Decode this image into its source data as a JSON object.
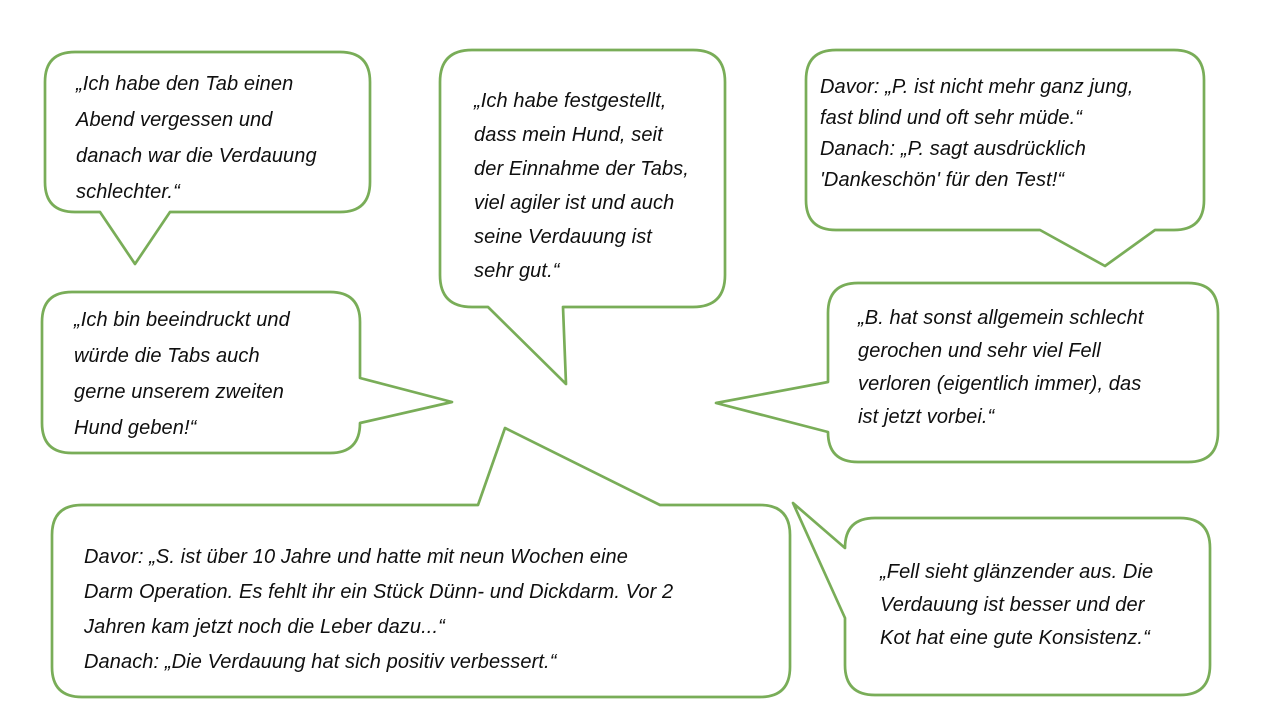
{
  "slide": {
    "background_color": "#ffffff",
    "bubble_border_color": "#79ad58",
    "bubble_fill_color": "#ffffff",
    "text_color": "#0f0f0f",
    "testimonials": [
      {
        "position": "top-left",
        "text": "„Ich habe den Tab einen\nAbend vergessen und\ndanach war die Verdauung\nschlechter.“"
      },
      {
        "position": "top-center",
        "text": "„Ich habe festgestellt,\ndass mein Hund, seit\nder Einnahme der Tabs,\nviel agiler ist und auch\nseine Verdauung ist\nsehr gut.“"
      },
      {
        "position": "top-right",
        "text": "Davor: „P. ist nicht mehr ganz jung,\nfast blind und oft sehr müde.“\nDanach: „P. sagt ausdrücklich\n'Dankeschön' für den Test!“"
      },
      {
        "position": "middle-left",
        "text": "„Ich bin beeindruckt und\nwürde die Tabs auch\ngerne unserem zweiten\nHund geben!“"
      },
      {
        "position": "middle-right",
        "text": "„B. hat sonst allgemein schlecht\ngerochen und sehr viel Fell\nverloren (eigentlich immer), das\nist jetzt vorbei.“"
      },
      {
        "position": "bottom-left",
        "text": "Davor: „S. ist über 10 Jahre und hatte mit neun Wochen eine\nDarm Operation. Es fehlt ihr ein Stück Dünn- und Dickdarm. Vor 2\nJahren kam jetzt noch die Leber dazu...“\nDanach: „Die Verdauung hat sich positiv verbessert.“"
      },
      {
        "position": "bottom-right",
        "text": "„Fell sieht glänzender aus. Die\nVerdauung ist besser und der\nKot hat eine gute Konsistenz.“"
      }
    ]
  }
}
